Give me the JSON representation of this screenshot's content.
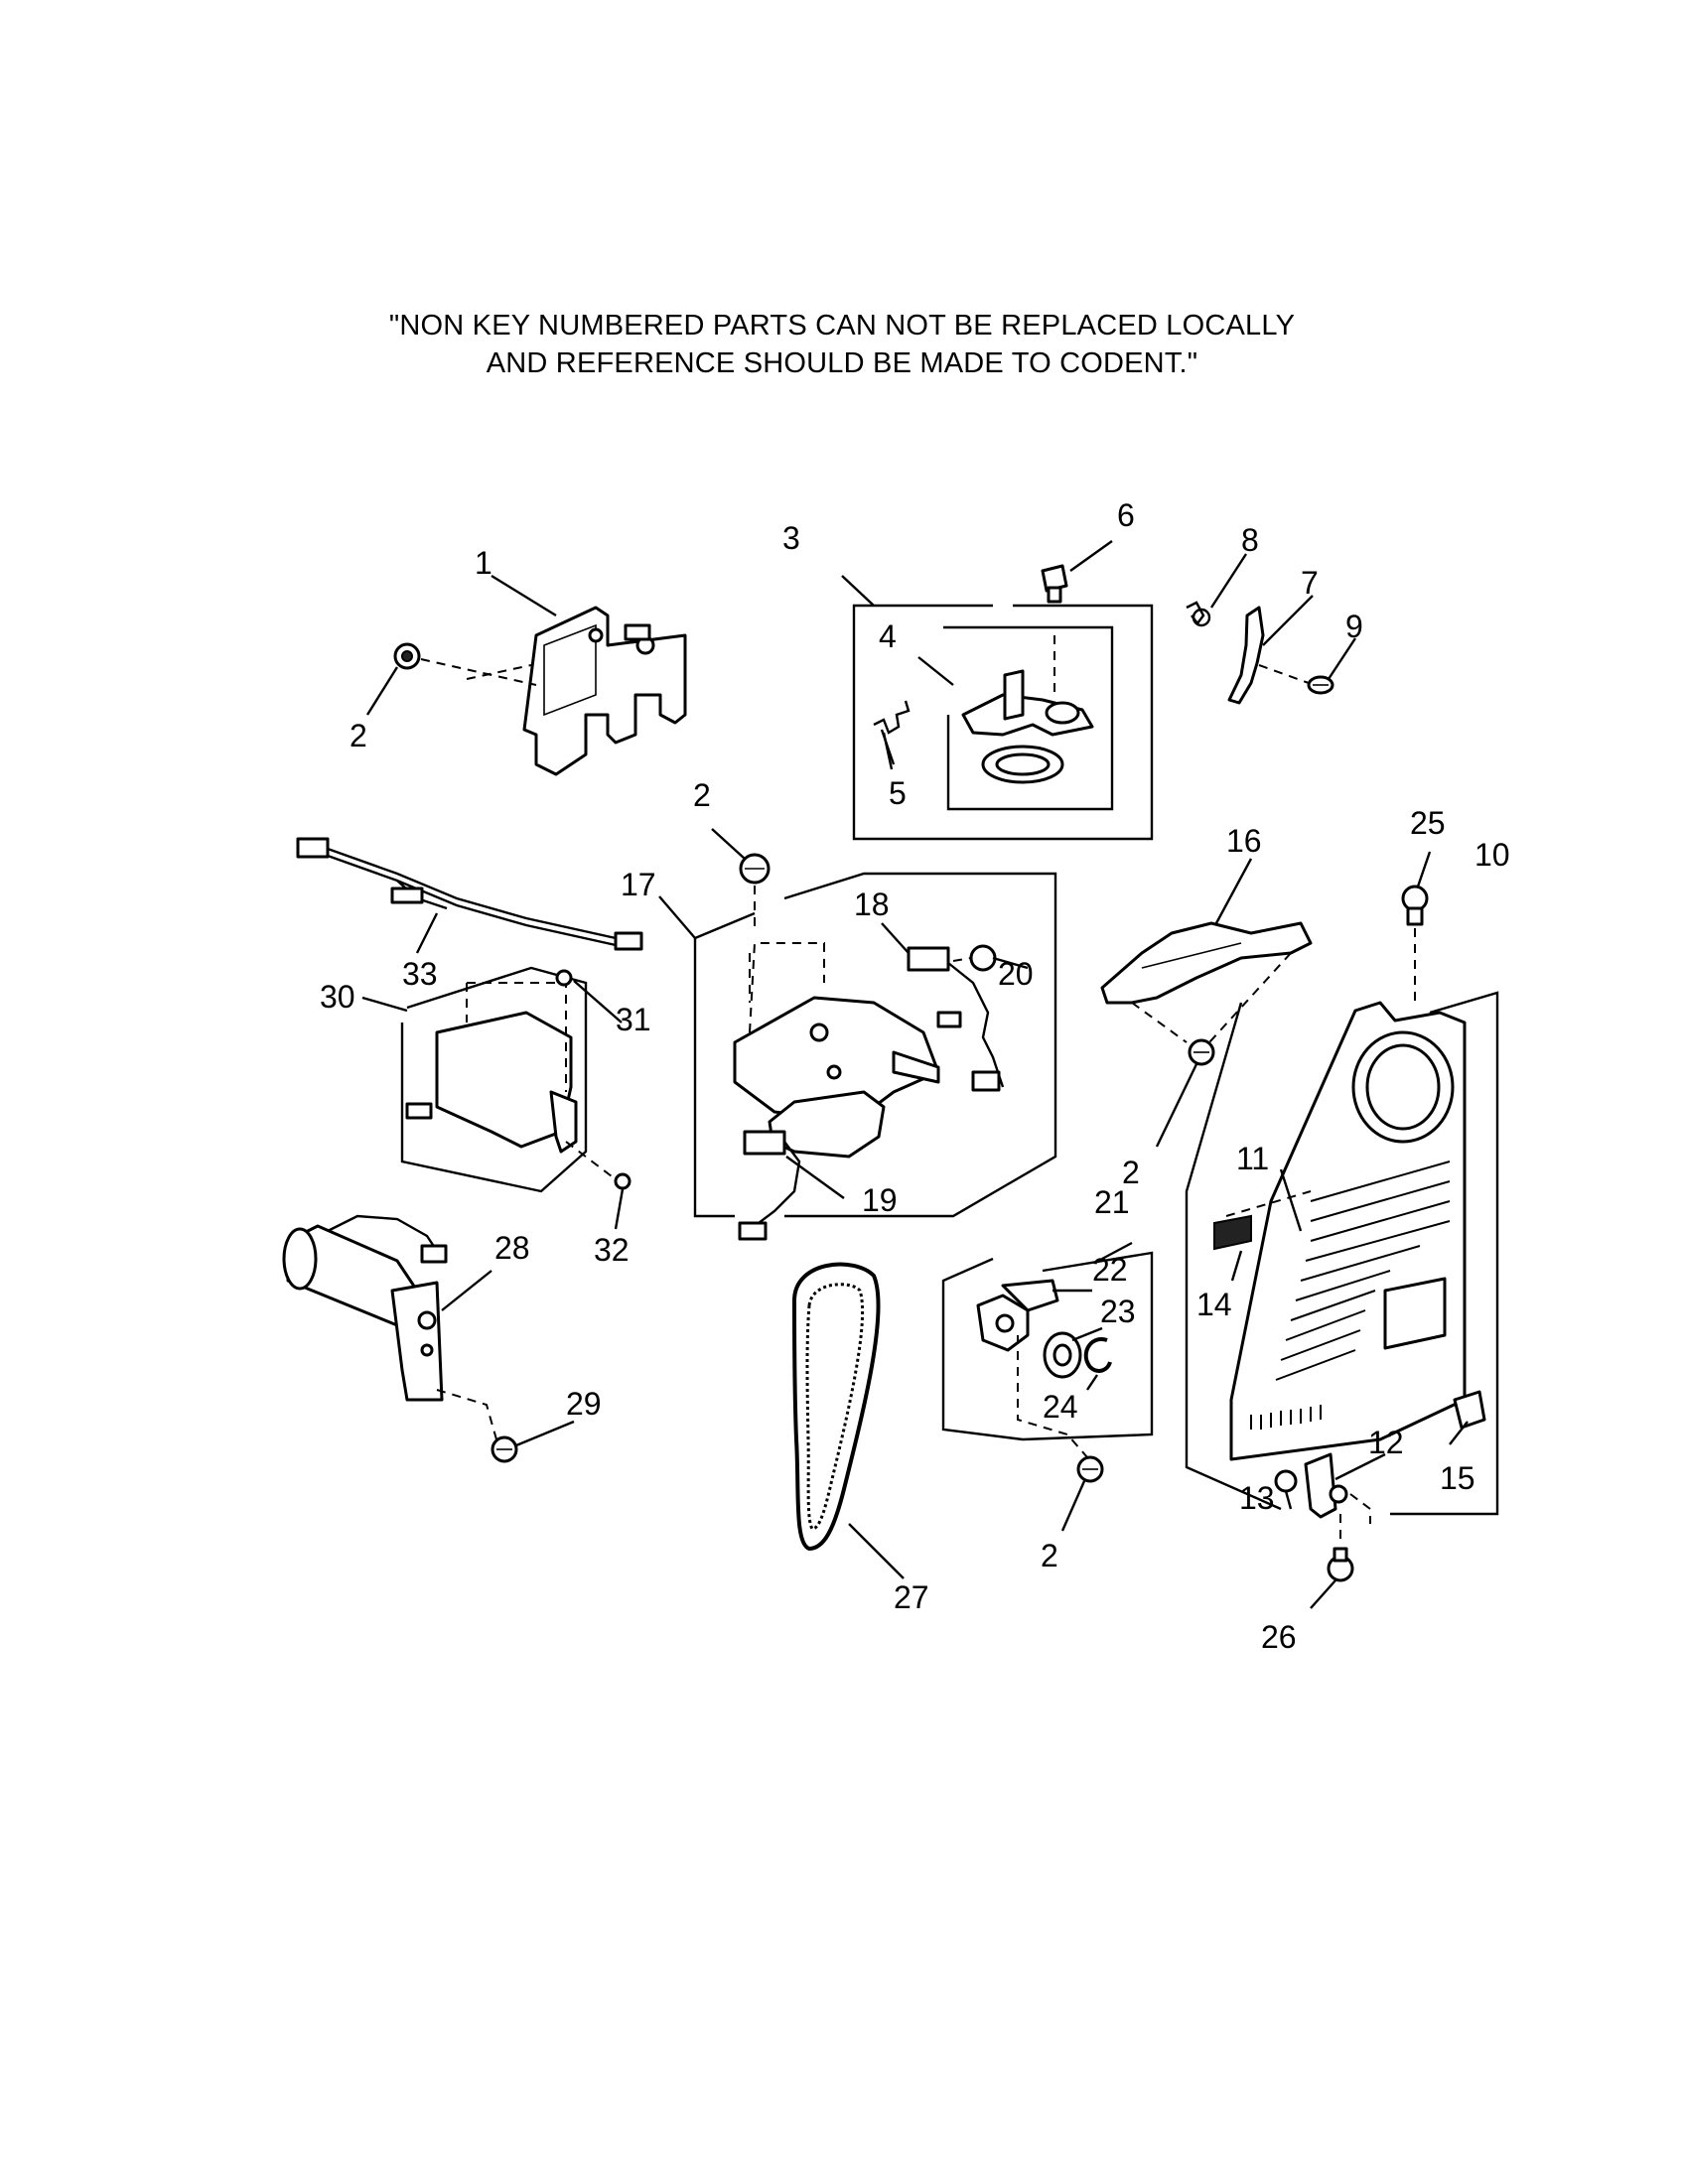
{
  "note": {
    "line1": "\"NON KEY NUMBERED PARTS CAN NOT BE REPLACED LOCALLY",
    "line2": "AND REFERENCE SHOULD BE MADE TO CODENT.\""
  },
  "callouts": {
    "c1": "1",
    "c2a": "2",
    "c2b": "2",
    "c2c": "2",
    "c2d": "2",
    "c3": "3",
    "c4": "4",
    "c5": "5",
    "c6": "6",
    "c7": "7",
    "c8": "8",
    "c9": "9",
    "c10": "10",
    "c11": "11",
    "c12": "12",
    "c13": "13",
    "c14": "14",
    "c15": "15",
    "c16": "16",
    "c17": "17",
    "c18": "18",
    "c19": "19",
    "c20": "20",
    "c21": "21",
    "c22": "22",
    "c23": "23",
    "c24": "24",
    "c25": "25",
    "c26": "26",
    "c27": "27",
    "c28": "28",
    "c29": "29",
    "c30": "30",
    "c31": "31",
    "c32": "32",
    "c33": "33"
  }
}
